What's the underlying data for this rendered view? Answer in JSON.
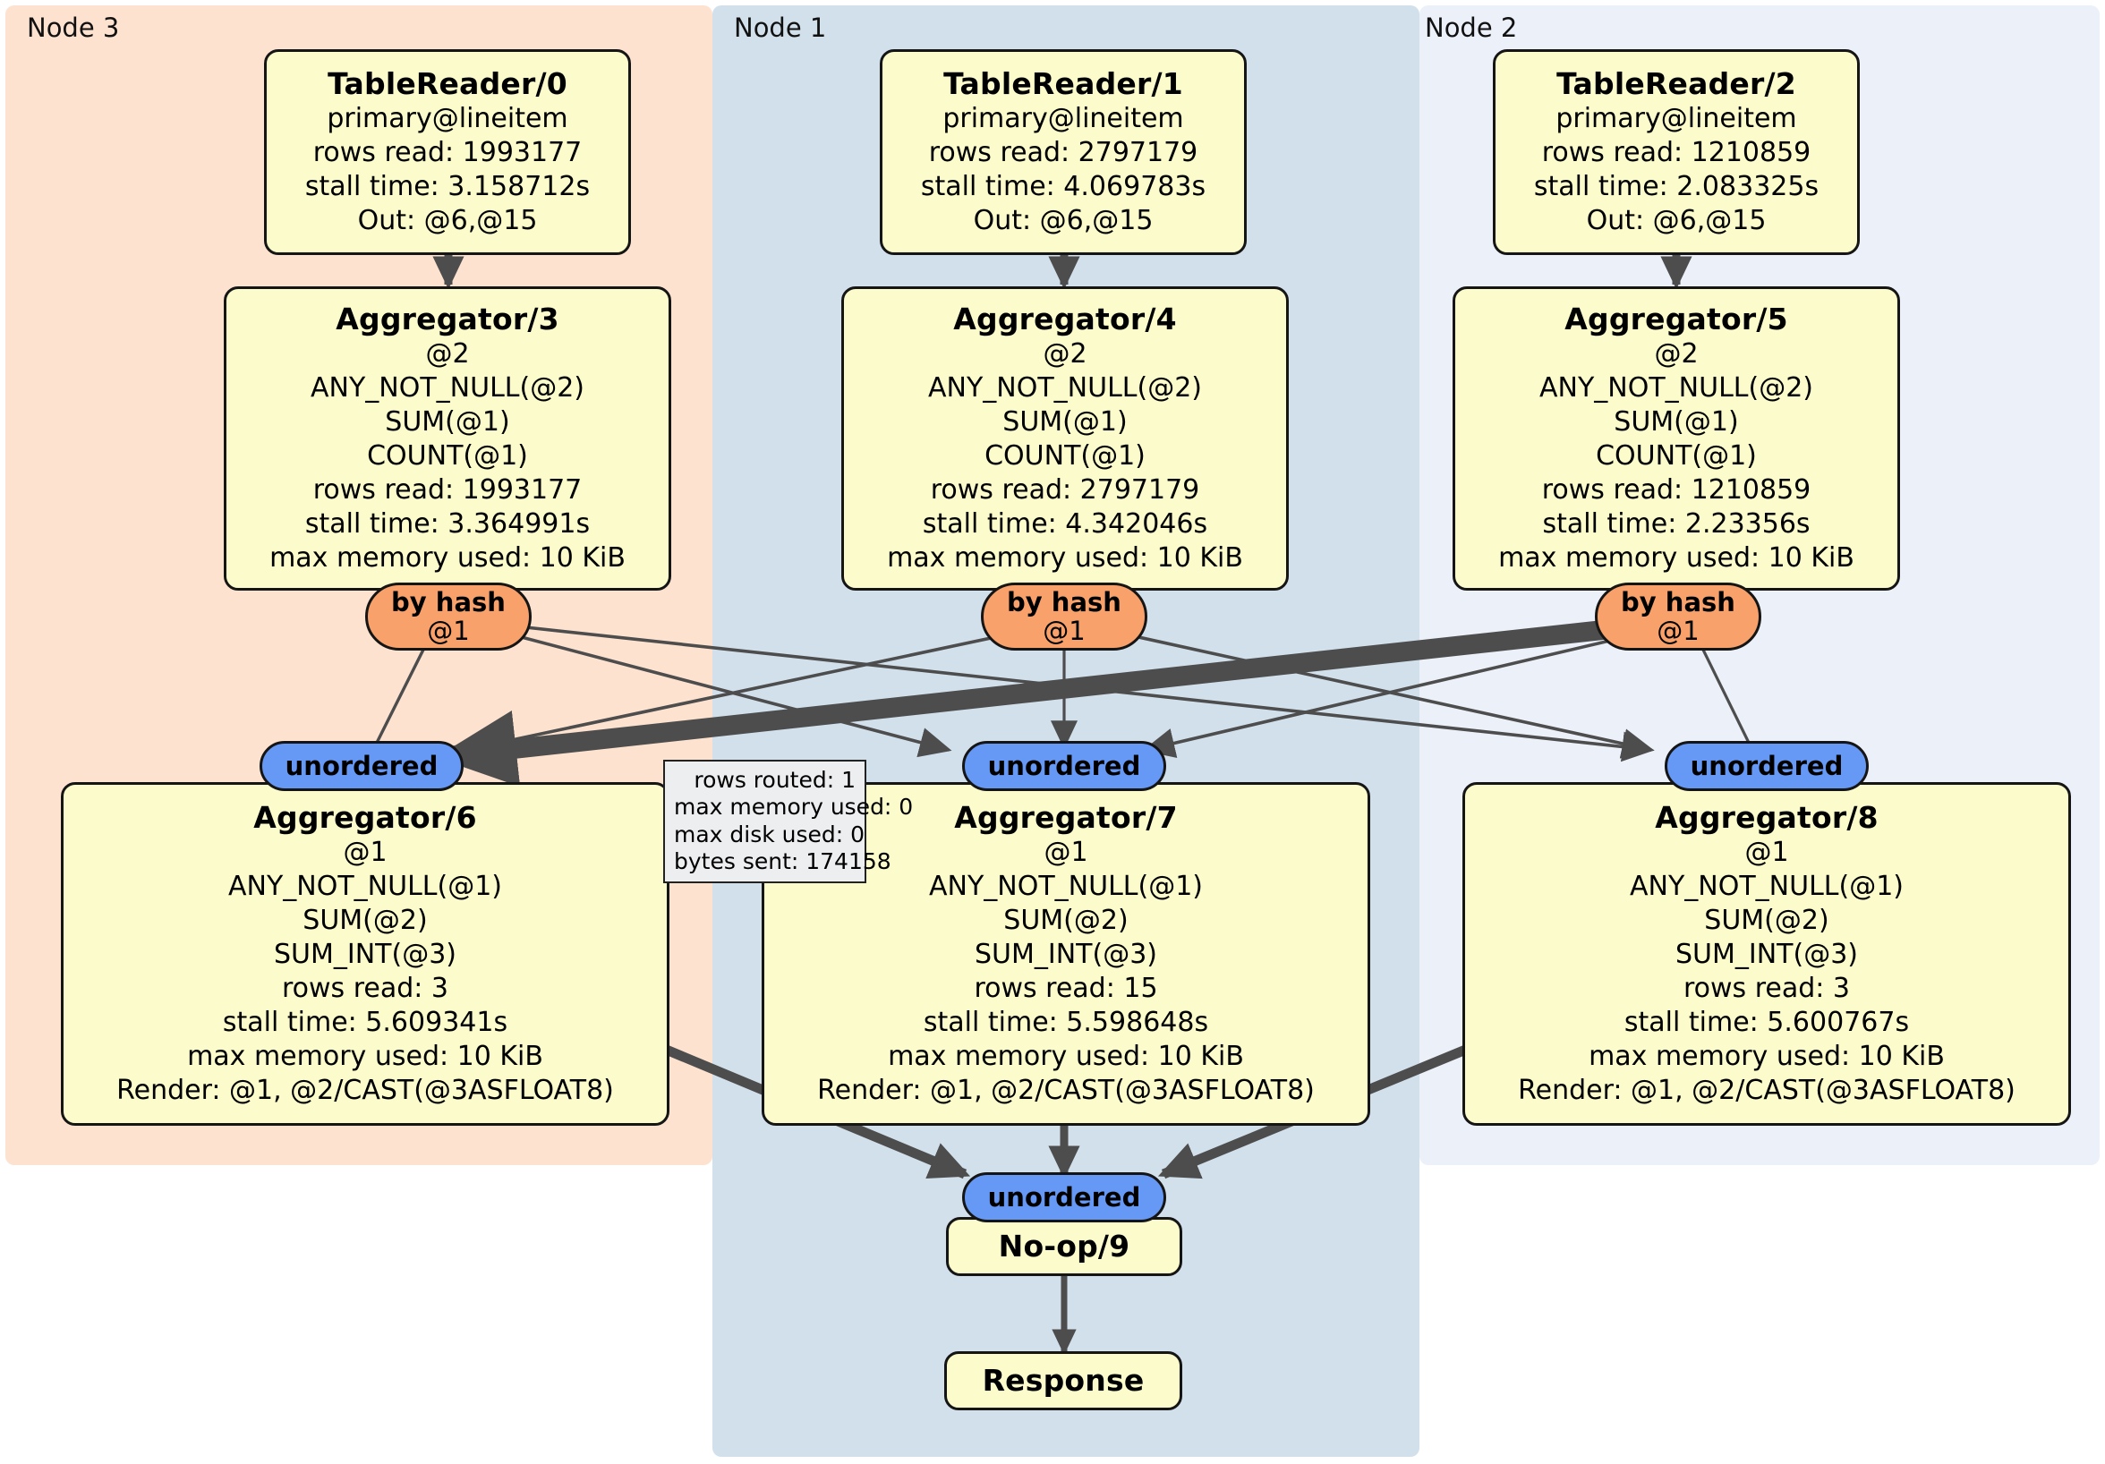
{
  "clusters": [
    {
      "label": "Node 3",
      "color": "#fde2cf"
    },
    {
      "label": "Node 1",
      "color": "#d2e0ec"
    },
    {
      "label": "Node 2",
      "color": "#ebf0f9"
    }
  ],
  "nodes": {
    "table_reader_0": {
      "title": "TableReader/0",
      "lines": [
        "primary@lineitem",
        "rows read: 1993177",
        "stall time: 3.158712s",
        "Out: @6,@15"
      ]
    },
    "table_reader_1": {
      "title": "TableReader/1",
      "lines": [
        "primary@lineitem",
        "rows read: 2797179",
        "stall time: 4.069783s",
        "Out: @6,@15"
      ]
    },
    "table_reader_2": {
      "title": "TableReader/2",
      "lines": [
        "primary@lineitem",
        "rows read: 1210859",
        "stall time: 2.083325s",
        "Out: @6,@15"
      ]
    },
    "aggregator_3": {
      "title": "Aggregator/3",
      "lines": [
        "@2",
        "ANY_NOT_NULL(@2)",
        "SUM(@1)",
        "COUNT(@1)",
        "rows read: 1993177",
        "stall time: 3.364991s",
        "max memory used: 10 KiB"
      ]
    },
    "aggregator_4": {
      "title": "Aggregator/4",
      "lines": [
        "@2",
        "ANY_NOT_NULL(@2)",
        "SUM(@1)",
        "COUNT(@1)",
        "rows read: 2797179",
        "stall time: 4.342046s",
        "max memory used: 10 KiB"
      ]
    },
    "aggregator_5": {
      "title": "Aggregator/5",
      "lines": [
        "@2",
        "ANY_NOT_NULL(@2)",
        "SUM(@1)",
        "COUNT(@1)",
        "rows read: 1210859",
        "stall time: 2.23356s",
        "max memory used: 10 KiB"
      ]
    },
    "aggregator_6": {
      "title": "Aggregator/6",
      "lines": [
        "@1",
        "ANY_NOT_NULL(@1)",
        "SUM(@2)",
        "SUM_INT(@3)",
        "rows read: 3",
        "stall time: 5.609341s",
        "max memory used: 10 KiB",
        "Render: @1, @2/CAST(@3ASFLOAT8)"
      ]
    },
    "aggregator_7": {
      "title": "Aggregator/7",
      "lines": [
        "@1",
        "ANY_NOT_NULL(@1)",
        "SUM(@2)",
        "SUM_INT(@3)",
        "rows read: 15",
        "stall time: 5.598648s",
        "max memory used: 10 KiB",
        "Render: @1, @2/CAST(@3ASFLOAT8)"
      ]
    },
    "aggregator_8": {
      "title": "Aggregator/8",
      "lines": [
        "@1",
        "ANY_NOT_NULL(@1)",
        "SUM(@2)",
        "SUM_INT(@3)",
        "rows read: 3",
        "stall time: 5.600767s",
        "max memory used: 10 KiB",
        "Render: @1, @2/CAST(@3ASFLOAT8)"
      ]
    },
    "noop_9": {
      "title": "No-op/9",
      "lines": []
    },
    "response": {
      "title": "Response",
      "lines": []
    }
  },
  "routers": {
    "by_hash_left": {
      "label": "by hash",
      "column": "@1"
    },
    "by_hash_center": {
      "label": "by hash",
      "column": "@1"
    },
    "by_hash_right": {
      "label": "by hash",
      "column": "@1"
    }
  },
  "synchronizers": {
    "unordered_left": {
      "label": "unordered"
    },
    "unordered_center": {
      "label": "unordered"
    },
    "unordered_right": {
      "label": "unordered"
    },
    "unordered_final": {
      "label": "unordered"
    }
  },
  "stats_box": {
    "lines": [
      "rows routed: 1",
      "max memory used: 0",
      "max disk used: 0",
      "bytes sent: 174158"
    ]
  },
  "colors": {
    "node_fill": "#fbfbcb",
    "router_fill": "#f8a16a",
    "sync_fill": "#6699f5",
    "edge": "#4d4d4d",
    "statbox_fill": "#edeef0"
  }
}
